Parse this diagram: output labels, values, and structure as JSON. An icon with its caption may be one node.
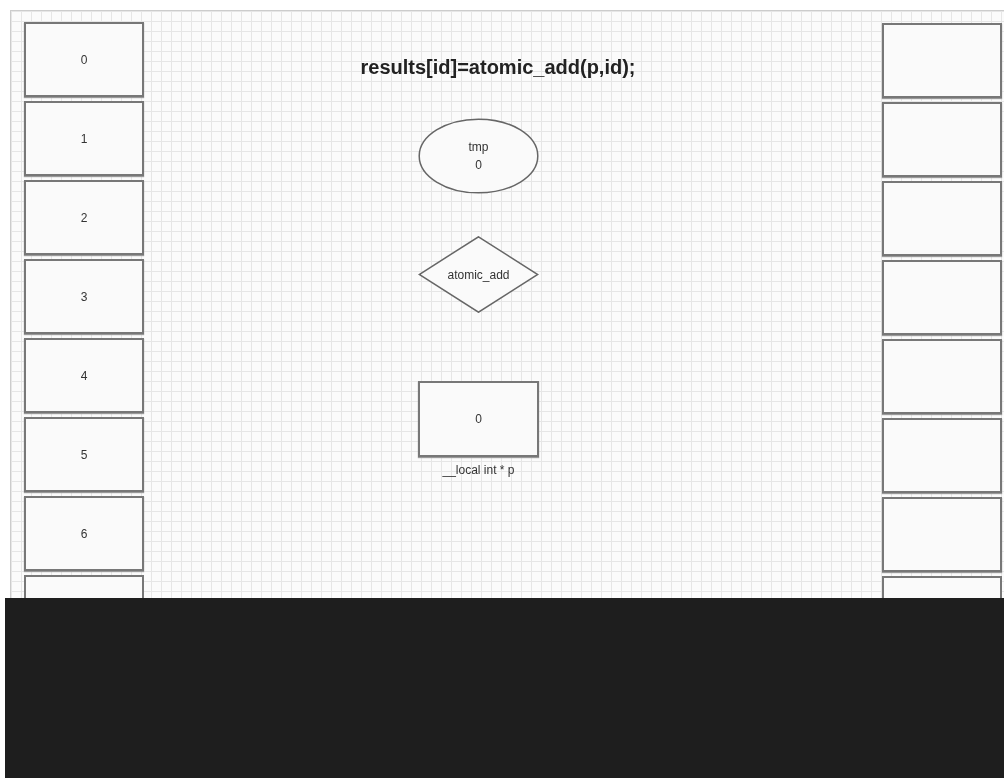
{
  "diagram": {
    "title": "results[id]=atomic_add(p,id);",
    "nodes": [
      {
        "text": [
          "0"
        ]
      },
      {
        "text": [
          "1"
        ]
      },
      {
        "text": [
          "2"
        ]
      },
      {
        "text": [
          "3"
        ]
      },
      {
        "text": [
          "4"
        ]
      },
      {
        "text": [
          "5"
        ]
      },
      {
        "text": [
          "6"
        ]
      },
      {
        "text": [],
        "shape": "box"
      },
      {
        "text": [
          "tmp",
          "0"
        ]
      },
      {
        "text": [
          "atomic_add"
        ]
      },
      {
        "text": [
          "0"
        ],
        "beside": [
          "__local int * p"
        ]
      },
      {
        "text": [],
        "shape": "box"
      },
      {
        "text": [],
        "shape": "box"
      },
      {
        "text": [],
        "shape": "box"
      },
      {
        "text": [],
        "shape": "box"
      },
      {
        "text": [],
        "shape": "box"
      },
      {
        "text": [],
        "shape": "box"
      },
      {
        "text": [],
        "shape": "box"
      },
      {
        "text": [],
        "shape": "box"
      }
    ],
    "edges": []
  }
}
